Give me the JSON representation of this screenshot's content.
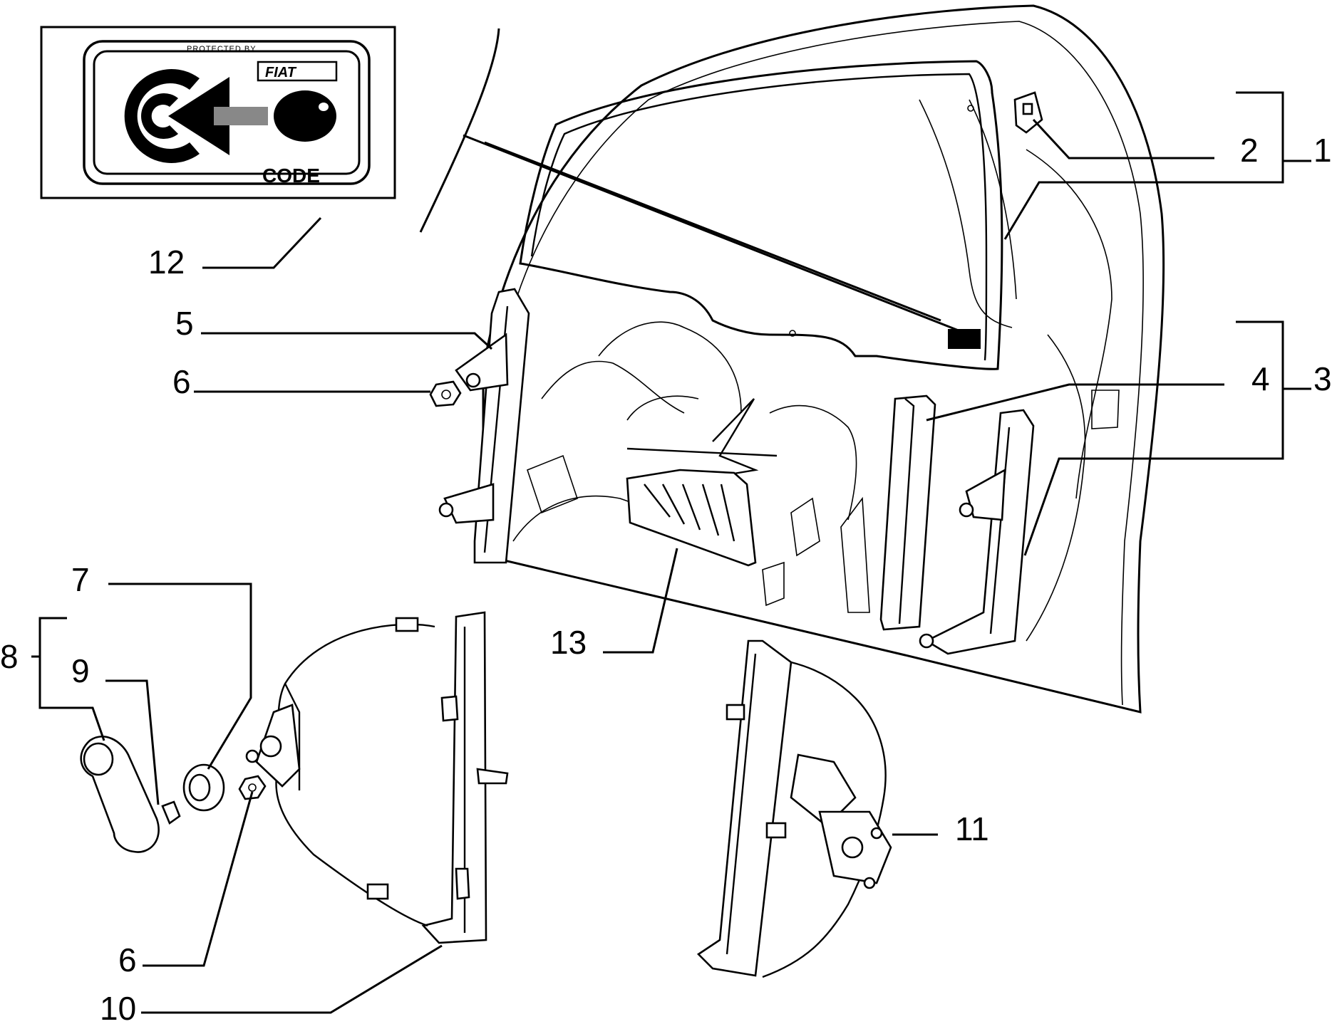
{
  "badge": {
    "protected_by": "PROTECTED BY",
    "brand": "FIAT",
    "code_label": "CODE"
  },
  "callouts": {
    "c1": "1",
    "c2": "2",
    "c3": "3",
    "c4": "4",
    "c5": "5",
    "c6a": "6",
    "c6b": "6",
    "c7": "7",
    "c8": "8",
    "c9": "9",
    "c10": "10",
    "c11": "11",
    "c12": "12",
    "c13": "13"
  }
}
